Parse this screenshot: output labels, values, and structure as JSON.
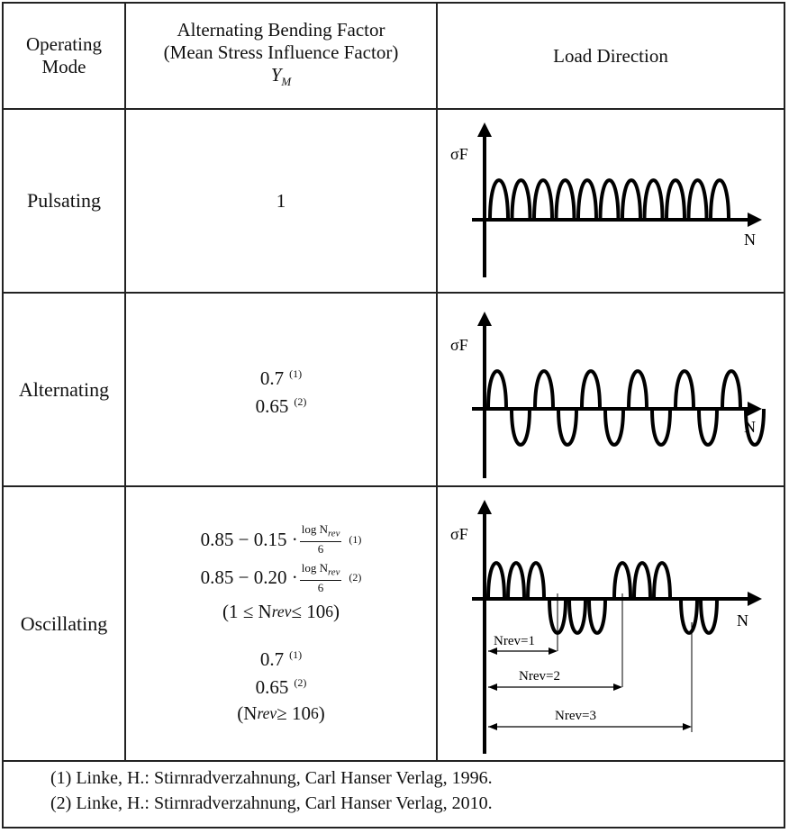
{
  "header": {
    "col1": [
      "Operating",
      "Mode"
    ],
    "col2": [
      "Alternating Bending Factor",
      "(Mean Stress Influence Factor)"
    ],
    "col2_symbol": "Y",
    "col2_symbol_sub": "M",
    "col3": "Load Direction"
  },
  "rows": {
    "pulsating": {
      "mode": "Pulsating",
      "value": "1"
    },
    "alternating": {
      "mode": "Alternating",
      "v1": "0.7",
      "v1_ref": "(1)",
      "v2": "0.65",
      "v2_ref": "(2)"
    },
    "oscillating": {
      "mode": "Oscillating",
      "f1_prefix": "0.85 − 0.15 ·",
      "f1_ref": "(1)",
      "f2_prefix": "0.85 − 0.20 ·",
      "f2_ref": "(2)",
      "frac_num": "log N",
      "frac_num_sub": "rev",
      "frac_den": "6",
      "range1": "(1 ≤ N",
      "range1_sub": "rev",
      "range1_tail": " ≤ 10",
      "range1_sup": "6",
      "range1_close": ")",
      "v1": "0.7",
      "v1_ref": "(1)",
      "v2": "0.65",
      "v2_ref": "(2)",
      "range2": "(N",
      "range2_sub": "rev",
      "range2_tail": " ≥ 10",
      "range2_sup": "6",
      "range2_close": ")"
    }
  },
  "diagram": {
    "y_label": "σF",
    "x_label": "N",
    "nrev1": "Nrev=1",
    "nrev2": "Nrev=2",
    "nrev3": "Nrev=3"
  },
  "references": [
    "(1)  Linke, H.: Stirnradverzahnung, Carl Hanser Verlag, 1996.",
    "(2)  Linke, H.: Stirnradverzahnung, Carl Hanser Verlag, 2010."
  ]
}
